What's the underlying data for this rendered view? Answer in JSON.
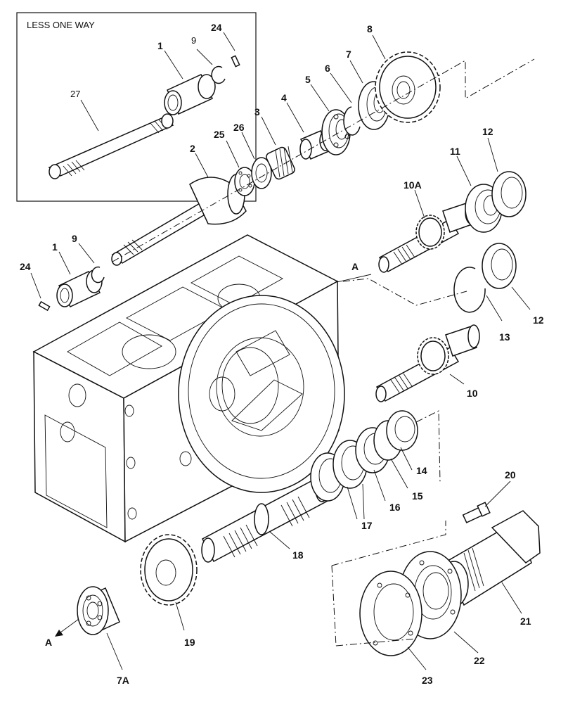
{
  "inset": {
    "title": "LESS ONE WAY"
  },
  "labels": {
    "p1a": "1",
    "p9a": "9",
    "p24a": "24",
    "p27": "27",
    "p8": "8",
    "p7": "7",
    "p6": "6",
    "p5": "5",
    "p4": "4",
    "p3": "3",
    "p26": "26",
    "p25": "25",
    "p2": "2",
    "p12a": "12",
    "p11": "11",
    "p10A": "10A",
    "p9b": "9",
    "p1b": "1",
    "p24b": "24",
    "pA1": "A",
    "p13": "13",
    "p12b": "12",
    "p10": "10",
    "p14": "14",
    "p15": "15",
    "p16": "16",
    "p17": "17",
    "p18": "18",
    "p20": "20",
    "p21": "21",
    "p22": "22",
    "p23": "23",
    "p19": "19",
    "pA2": "A",
    "p7A": "7A"
  }
}
